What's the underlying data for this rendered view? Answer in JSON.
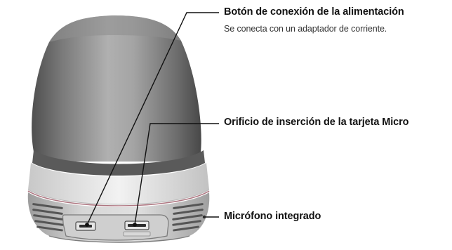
{
  "callouts": {
    "power": {
      "title": "Botón de conexión de la alimentación",
      "description": "Se conecta con un adaptador de corriente."
    },
    "microsd": {
      "title": "Orificio de inserción de la tarjeta Micro"
    },
    "microphone": {
      "title": "Micrófono integrado"
    }
  },
  "colors": {
    "dome_light": "#a8a8a8",
    "dome_dark": "#585858",
    "ring": "#e8e8e8",
    "base": "#d8d8d8",
    "leader_line": "#111111"
  }
}
